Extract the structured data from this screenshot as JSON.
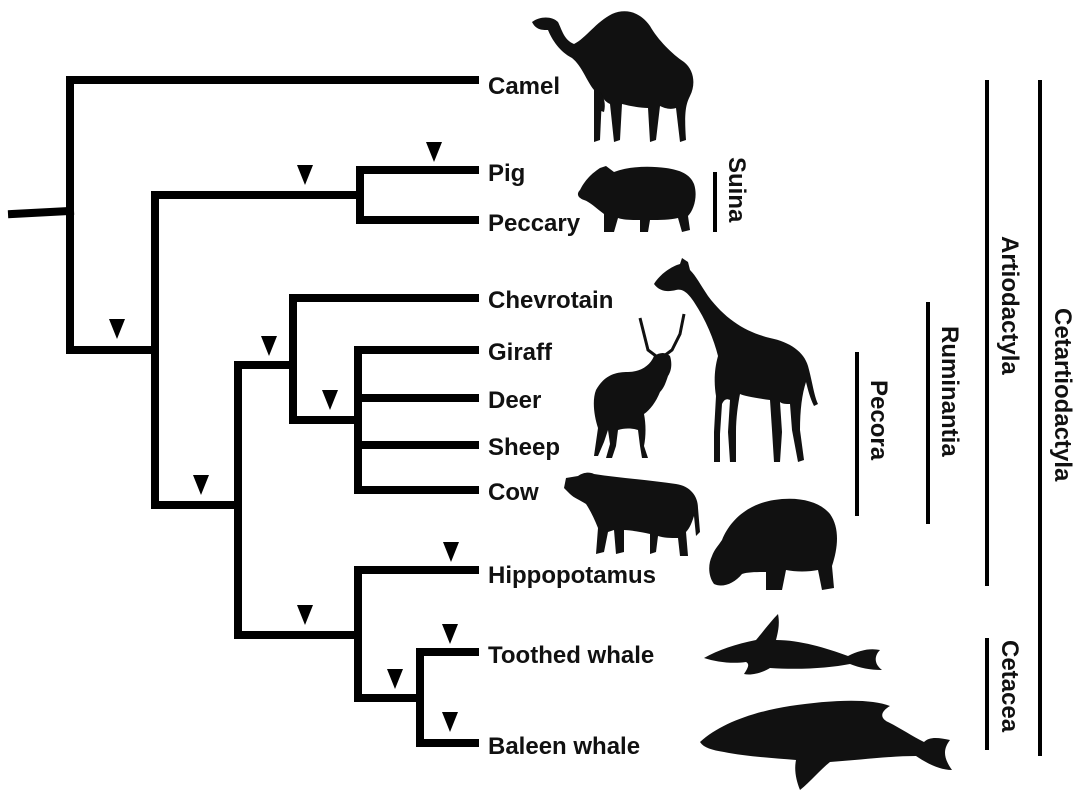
{
  "taxa": {
    "camel": "Camel",
    "pig": "Pig",
    "peccary": "Peccary",
    "chevrotain": "Chevrotain",
    "giraff": "Giraff",
    "deer": "Deer",
    "sheep": "Sheep",
    "cow": "Cow",
    "hippopotamus": "Hippopotamus",
    "toothed_whale": "Toothed whale",
    "baleen_whale": "Baleen whale"
  },
  "clades": {
    "suina": "Suina",
    "pecora": "Pecora",
    "ruminantia": "Ruminantia",
    "artiodactyla": "Artiodactyla",
    "cetacea": "Cetacea",
    "cetartiodactyla": "Cetartiodactyla"
  },
  "icons": [
    "camel-silhouette-icon",
    "pig-silhouette-icon",
    "giraffe-silhouette-icon",
    "deer-silhouette-icon",
    "cow-silhouette-icon",
    "hippopotamus-silhouette-icon",
    "dolphin-silhouette-icon",
    "humpback-whale-silhouette-icon"
  ],
  "colors": {
    "tree": "#000000",
    "silhouette": "#111111"
  }
}
